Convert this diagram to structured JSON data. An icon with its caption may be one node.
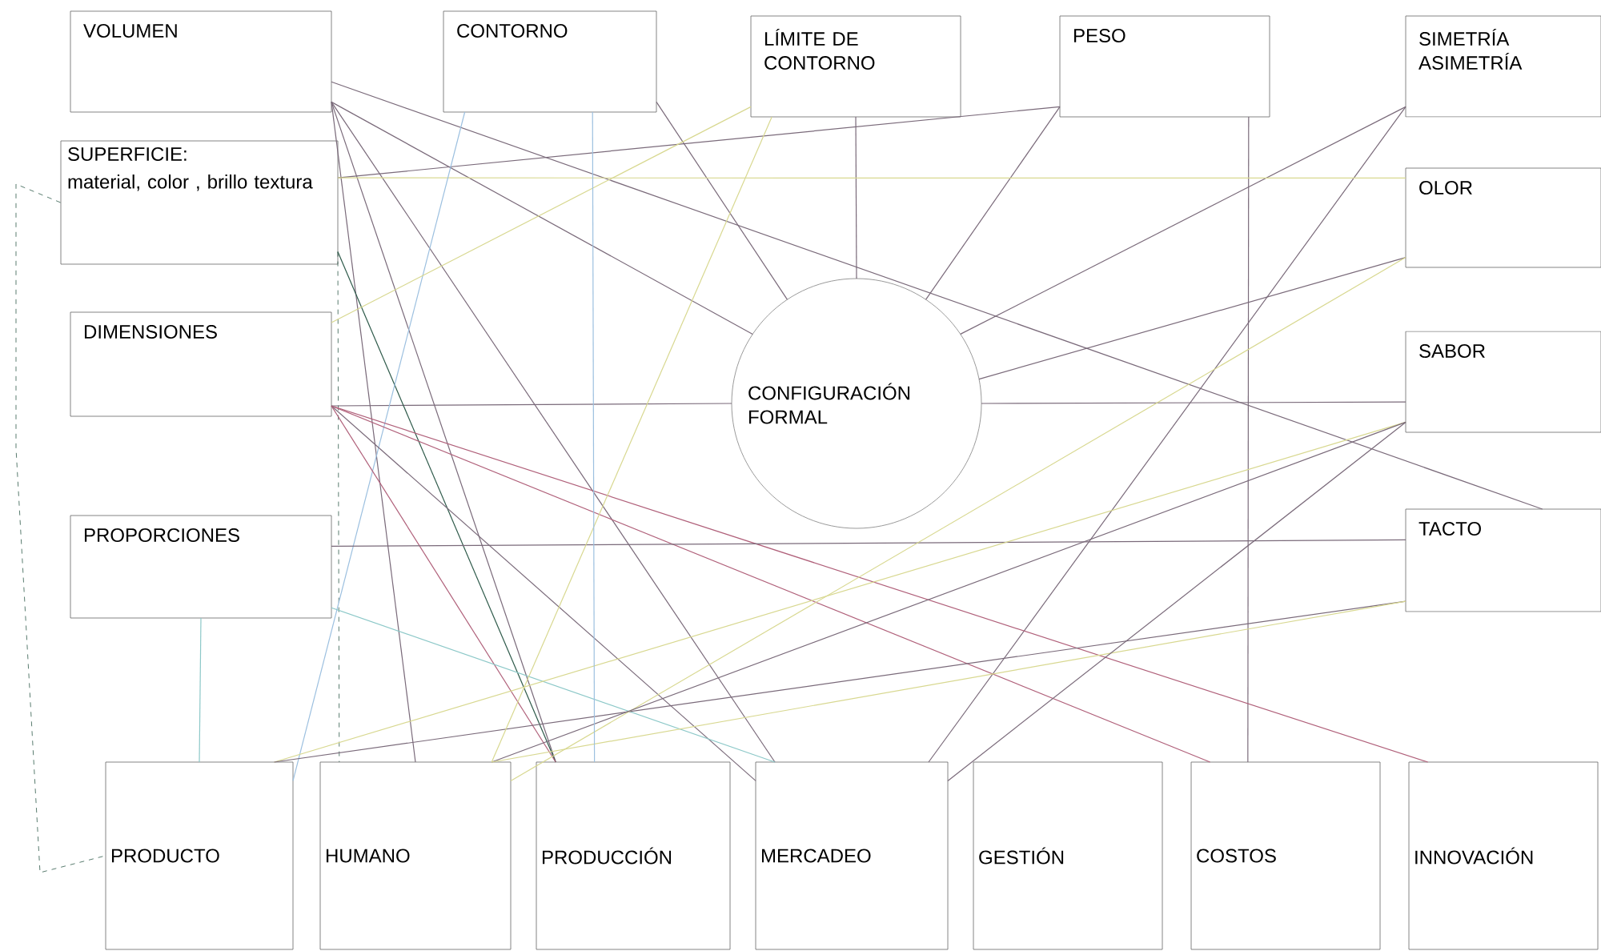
{
  "diagram": {
    "nodes": [
      {
        "text": [
          "VOLUMEN"
        ]
      },
      {
        "text": [
          "CONTORNO"
        ]
      },
      {
        "text": [
          "LÍMITE DE CONTORNO"
        ]
      },
      {
        "text": [
          "PESO"
        ]
      },
      {
        "text": [
          "SIMETRÍA ASIMETRÍA"
        ]
      },
      {
        "text": [
          "SUPERFICIE:",
          "material, color , brillo textura"
        ]
      },
      {
        "text": [
          "OLOR"
        ]
      },
      {
        "text": [
          "DIMENSIONES"
        ]
      },
      {
        "text": [
          "CONFIGURACIÓN FORMAL"
        ]
      },
      {
        "text": [
          "SABOR"
        ]
      },
      {
        "text": [
          "PROPORCIONES"
        ]
      },
      {
        "text": [
          "TACTO"
        ]
      },
      {
        "text": [
          "PRODUCTO"
        ]
      },
      {
        "text": [
          "HUMANO"
        ]
      },
      {
        "text": [
          "PRODUCCIÓN"
        ]
      },
      {
        "text": [
          "MERCADEO"
        ]
      },
      {
        "text": [
          "GESTIÓN"
        ]
      },
      {
        "text": [
          "COSTOS"
        ]
      },
      {
        "text": [
          "INNOVACIÓN"
        ]
      }
    ],
    "edges": [
      {
        "from": 2,
        "to": 8,
        "arrow": "none"
      },
      {
        "from": 3,
        "to": 8,
        "arrow": "none"
      },
      {
        "from": 4,
        "to": 8,
        "arrow": "none"
      },
      {
        "from": 6,
        "to": 8,
        "arrow": "none"
      },
      {
        "from": 9,
        "to": 8,
        "arrow": "none"
      },
      {
        "from": 1,
        "to": 8,
        "arrow": "none"
      },
      {
        "from": 0,
        "to": 8,
        "arrow": "none"
      },
      {
        "from": 7,
        "to": 8,
        "arrow": "none"
      },
      {
        "from": 5,
        "to": 3,
        "arrow": "none"
      },
      {
        "from": 3,
        "to": 17,
        "arrow": "none"
      },
      {
        "from": 4,
        "to": 15,
        "arrow": "none"
      },
      {
        "from": 0,
        "to": 14,
        "arrow": "none"
      },
      {
        "from": 0,
        "to": 13,
        "arrow": "none"
      },
      {
        "from": 0,
        "to": 15,
        "arrow": "none"
      },
      {
        "from": 0,
        "to": 11,
        "arrow": "none"
      },
      {
        "from": 5,
        "to": 12,
        "arrow": "none",
        "style": "dashed",
        "color": "#2e5a4a"
      },
      {
        "from": 5,
        "to": 13,
        "arrow": "none",
        "style": "dashed",
        "color": "#2e5a4a"
      },
      {
        "from": 5,
        "to": 14,
        "arrow": "none",
        "color": "#2e5a4a"
      },
      {
        "from": 5,
        "to": 6,
        "arrow": "none",
        "color": "#d8d890"
      },
      {
        "from": 1,
        "to": 12,
        "arrow": "none",
        "color": "#9cc0e0"
      },
      {
        "from": 7,
        "to": 18,
        "arrow": "none",
        "color": "#b0607a"
      },
      {
        "from": 7,
        "to": 17,
        "arrow": "none",
        "color": "#b0607a"
      },
      {
        "from": 7,
        "to": 15,
        "arrow": "none"
      },
      {
        "from": 7,
        "to": 14,
        "arrow": "none",
        "color": "#b0607a"
      },
      {
        "from": 10,
        "to": 11,
        "arrow": "none"
      },
      {
        "from": 7,
        "to": 2,
        "arrow": "none",
        "color": "#d8d890"
      },
      {
        "from": 10,
        "to": 12,
        "arrow": "none",
        "color": "#8cc8c8"
      },
      {
        "from": 10,
        "to": 15,
        "arrow": "none",
        "color": "#8cc8c8"
      },
      {
        "from": 12,
        "to": 9,
        "arrow": "none",
        "color": "#d8d890"
      },
      {
        "from": 12,
        "to": 11,
        "arrow": "none"
      },
      {
        "from": 13,
        "to": 6,
        "arrow": "none",
        "color": "#d8d890"
      },
      {
        "from": 13,
        "to": 9,
        "arrow": "none"
      },
      {
        "from": 13,
        "to": 11,
        "arrow": "none",
        "color": "#d8d890"
      },
      {
        "from": 13,
        "to": 2,
        "arrow": "none",
        "color": "#d8d890"
      },
      {
        "from": 15,
        "to": 9,
        "arrow": "none"
      },
      {
        "from": 14,
        "to": 1,
        "arrow": "none",
        "color": "#9cc0e0"
      }
    ]
  }
}
